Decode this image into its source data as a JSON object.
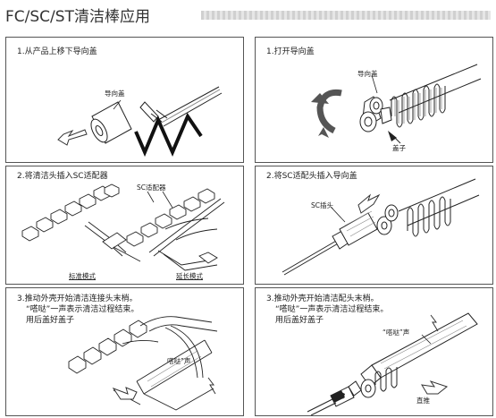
{
  "title": "FC/SC/ST清洁棒应用",
  "panels": [
    {
      "step": "1.从产品上移下导向盖",
      "label_guide_cap": "导向盖"
    },
    {
      "step": "1.打开导向盖",
      "label_guide_cap": "导向盖",
      "label_cap": "盖子"
    },
    {
      "step": "2.将清洁头插入SC适配器",
      "label_adapter": "SC适配器",
      "mode_standard": "标准模式",
      "mode_extended": "延长模式"
    },
    {
      "step": "2.将SC适配头插入导向盖",
      "label_sc_head": "SC插头"
    },
    {
      "step_lines": [
        "3.推动外壳开始清洁连接头末梢。",
        "“嗒哒”一声表示清洁过程结束。",
        "用后盖好盖子"
      ],
      "label_click": "嗒哒”声"
    },
    {
      "step_lines": [
        "3.推动外壳开始清洁配头末梢。",
        "“嗒哒”一声表示清洁过程结束。",
        "用后盖好盖子"
      ],
      "label_click": "“嗒哒”声",
      "label_push": "直推"
    }
  ]
}
